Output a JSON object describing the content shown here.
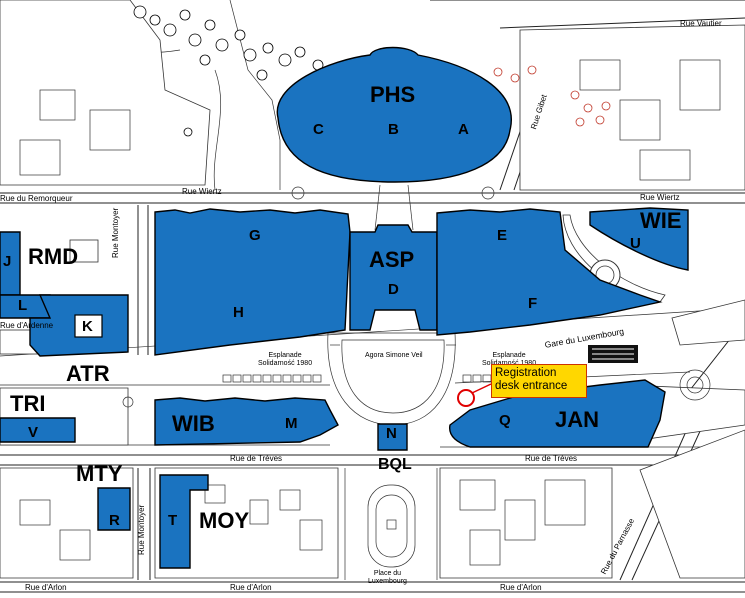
{
  "buildings": {
    "PHS": "PHS",
    "C": "C",
    "B": "B",
    "A": "A",
    "WIE": "WIE",
    "U": "U",
    "RMD": "RMD",
    "J": "J",
    "L": "L",
    "K": "K",
    "G": "G",
    "H": "H",
    "ASP": "ASP",
    "D": "D",
    "E": "E",
    "F": "F",
    "ATR": "ATR",
    "TRI": "TRI",
    "V": "V",
    "WIB": "WIB",
    "M": "M",
    "N": "N",
    "BQL": "BQL",
    "Q": "Q",
    "JAN": "JAN",
    "MTY": "MTY",
    "R": "R",
    "T": "T",
    "MOY": "MOY"
  },
  "streets": {
    "vautier": "Rue Vautier",
    "wiertz_left": "Rue Wiertz",
    "wiertz_right": "Rue Wiertz",
    "remorqueur": "Rue du Remorqueur",
    "montoyer_upper": "Rue Montoyer",
    "montoyer_lower": "Rue Montoyer",
    "ardenne": "Rue d'Ardenne",
    "treves_left": "Rue de Trèves",
    "treves_right": "Rue de Trèves",
    "arlon_left": "Rue d'Arlon",
    "arlon_mid": "Rue d'Arlon",
    "arlon_right": "Rue d'Arlon",
    "parnasse": "Rue du Parnasse",
    "gibet": "Rue Gibet"
  },
  "places": {
    "esplanade_left_1": "Esplanade",
    "esplanade_left_2": "Solidarność 1980",
    "agora": "Agora Simone Veil",
    "esplanade_right_1": "Esplanade",
    "esplanade_right_2": "Solidarność 1980",
    "gare": "Gare du Luxembourg",
    "place_lux_1": "Place du",
    "place_lux_2": "Luxembourg"
  },
  "callout": {
    "line1": "Registration",
    "line2": "desk entrance"
  },
  "colors": {
    "building": "#1a73c0",
    "callout_fill": "#ffd700",
    "marker": "#e00000"
  }
}
